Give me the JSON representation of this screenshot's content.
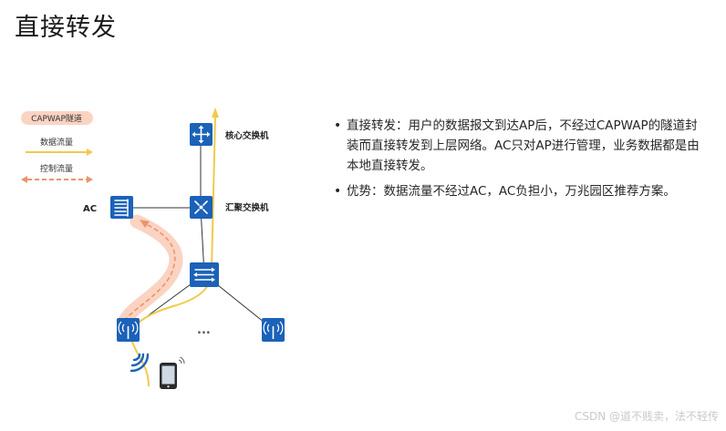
{
  "page": {
    "title": "直接转发",
    "bullets": [
      "直接转发：用户的数据报文到达AP后，不经过CAPWAP的隧道封装而直接转发到上层网络。AC只对AP进行管理，业务数据都是由本地直接转发。",
      "优势：数据流量不经过AC，AC负担小，万兆园区推荐方案。"
    ],
    "watermark": "CSDN @道不贱卖，法不轻传"
  },
  "legend": {
    "tunnel": "CAPWAP隧道",
    "data_flow": "数据流量",
    "control_flow": "控制流量"
  },
  "nodes": {
    "core_switch": "核心交换机",
    "aggregation_switch": "汇聚交换机",
    "ac": "AC",
    "ellipsis": "..."
  },
  "colors": {
    "device_blue": "#1b62b8",
    "data_flow": "#f2c94c",
    "control_flow": "#e9956b",
    "tunnel": "#fbd3c2",
    "line": "#333333"
  }
}
